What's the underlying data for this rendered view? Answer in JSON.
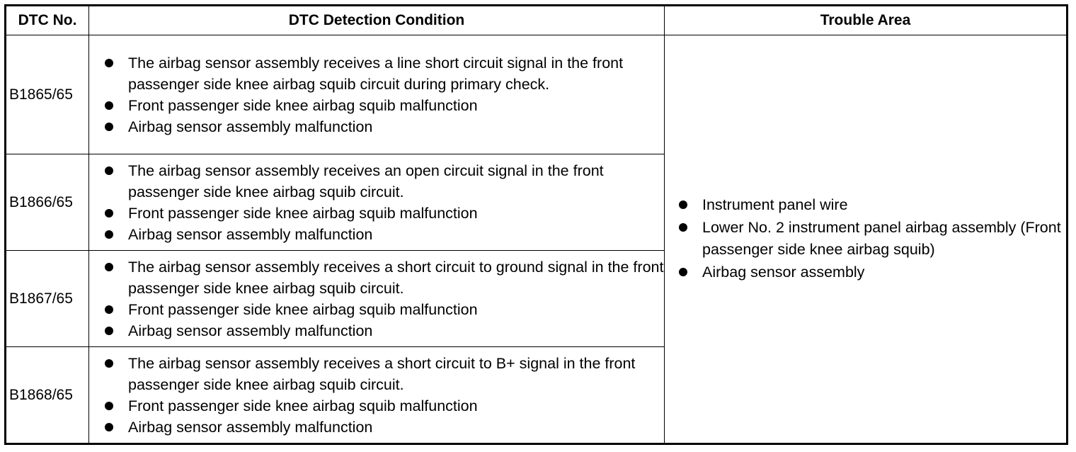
{
  "headers": {
    "dtc_no": "DTC No.",
    "condition": "DTC Detection Condition",
    "trouble_area": "Trouble Area"
  },
  "rows": [
    {
      "dtc": "B1865/65",
      "conditions": [
        "The airbag sensor assembly receives a line short circuit signal in the front passenger side knee airbag squib circuit during primary check.",
        "Front passenger side knee airbag squib malfunction",
        "Airbag sensor assembly malfunction"
      ]
    },
    {
      "dtc": "B1866/65",
      "conditions": [
        "The airbag sensor assembly receives an open circuit signal in the front passenger side knee airbag squib circuit.",
        "Front passenger side knee airbag squib malfunction",
        "Airbag sensor assembly malfunction"
      ]
    },
    {
      "dtc": "B1867/65",
      "conditions": [
        "The airbag sensor assembly receives a short circuit to ground signal in the front passenger side knee airbag squib circuit.",
        "Front passenger side knee airbag squib malfunction",
        "Airbag sensor assembly malfunction"
      ]
    },
    {
      "dtc": "B1868/65",
      "conditions": [
        "The airbag sensor assembly receives a short circuit to B+ signal in the front passenger side knee airbag squib circuit.",
        "Front passenger side knee airbag squib malfunction",
        "Airbag sensor assembly malfunction"
      ]
    }
  ],
  "trouble_area": [
    "Instrument panel wire",
    "Lower No. 2 instrument panel airbag assembly (Front passenger side knee airbag squib)",
    "Airbag sensor assembly"
  ]
}
